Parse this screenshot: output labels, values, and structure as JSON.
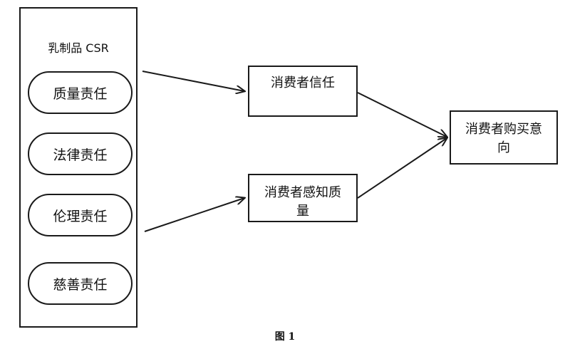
{
  "group": {
    "title": "乳制品 CSR",
    "items": [
      {
        "label": "质量责任"
      },
      {
        "label": "法律责任"
      },
      {
        "label": "伦理责任"
      },
      {
        "label": "慈善责任"
      }
    ]
  },
  "nodes": {
    "trust": "消费者信任",
    "perceived_quality": "消费者感知质量",
    "purchase_intention": "消费者购买意向"
  },
  "caption": "图 1",
  "colors": {
    "line": "#1a1a1a",
    "background": "#ffffff"
  }
}
